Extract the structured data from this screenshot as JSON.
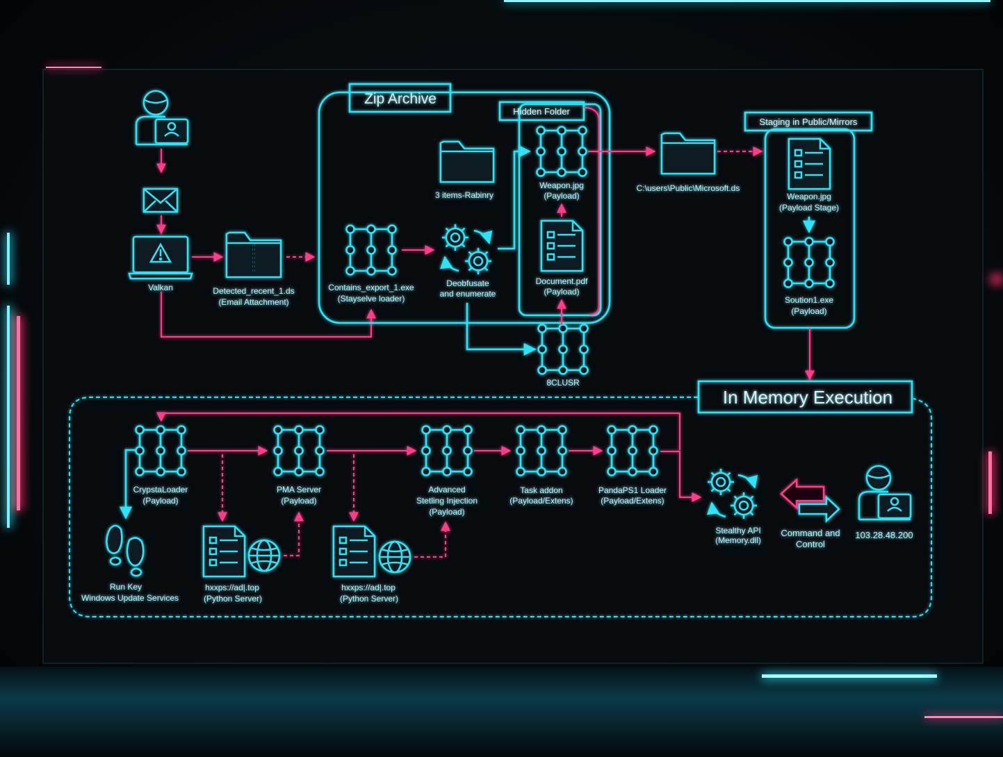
{
  "zip_archive": {
    "title": "Zip Archive"
  },
  "hidden_folder": {
    "title": "Hidden Folder"
  },
  "staging": {
    "title": "Staging in Public/Mirrors"
  },
  "memory": {
    "title": "In Memory Execution"
  },
  "nodes": {
    "valkan": {
      "label": "Valkan"
    },
    "detected": {
      "line1": "Detected_recent_1.ds",
      "line2": "(Email Attachment)"
    },
    "contains_export": {
      "line1": "Contains_export_1.exe",
      "line2": "(Stayselve loader)"
    },
    "items_folder": {
      "label": "3 items-Rabinry"
    },
    "deobfusate": {
      "line1": "Deobfusate",
      "line2": "and enumerate"
    },
    "weapon_hidden": {
      "line1": "Weapon.jpg",
      "line2": "(Payload)"
    },
    "document": {
      "line1": "Document.pdf",
      "line2": "(Payload)"
    },
    "eclusr": {
      "label": "8CLUSR"
    },
    "public_path": {
      "label": "C:\\users\\Public\\Microsoft.ds"
    },
    "weapon_stage": {
      "line1": "Weapon.jpg",
      "line2": "(Payload Stage)"
    },
    "soution": {
      "line1": "Soution1.exe",
      "line2": "(Payload)"
    },
    "crypsta": {
      "line1": "CrypstaLoader",
      "line2": "(Payload)"
    },
    "pma": {
      "line1": "PMA Server",
      "line2": "(Payload)"
    },
    "advanced": {
      "line1": "Advanced",
      "line2": "Stetling Injection",
      "line3": "(Payload)"
    },
    "task": {
      "line1": "Task addon",
      "line2": "(Payload/Extens)"
    },
    "panda": {
      "line1": "PandaPS1 Loader",
      "line2": "(Payload/Extens)"
    },
    "stealthy": {
      "line1": "Stealthy API",
      "line2": "(Memory.dll)"
    },
    "c2": {
      "line1": "Command and",
      "line2": "Control"
    },
    "ip": {
      "label": "103.28.48.200"
    },
    "runkey": {
      "line1": "Run Key",
      "line2": "Windows Update Services"
    },
    "python1": {
      "line1": "hxxps://ad|.top",
      "line2": "(Python Server)"
    },
    "python2": {
      "line1": "hxxps://ad|.top",
      "line2": "(Python Server)"
    }
  },
  "colors": {
    "cyan": "#2fe3f5",
    "pink": "#ff3d8a",
    "background": "#05080b"
  },
  "icons": [
    "hacker-icon",
    "envelope-icon",
    "laptop-warning-icon",
    "zip-folder-icon",
    "folder-icon",
    "gears-icon",
    "document-icon",
    "globe-icon",
    "footprints-icon",
    "swap-arrows-icon",
    "circuit-icon"
  ]
}
